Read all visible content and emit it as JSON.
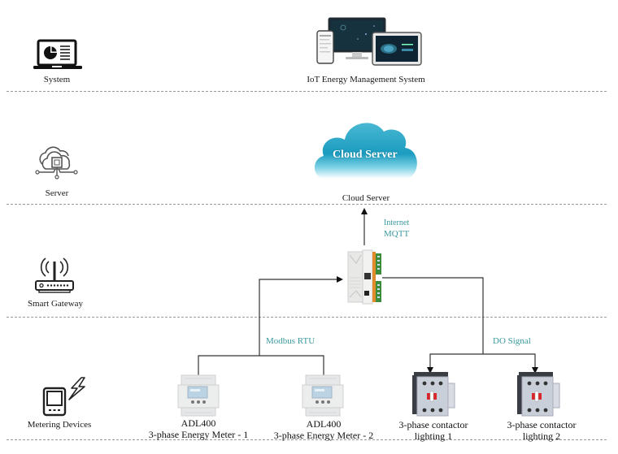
{
  "layers": [
    {
      "name": "system",
      "label": "System",
      "icon": "laptop-chart-icon"
    },
    {
      "name": "server",
      "label": "Server",
      "icon": "cloud-network-icon"
    },
    {
      "name": "gateway",
      "label": "Smart Gateway",
      "icon": "router-icon"
    },
    {
      "name": "metering",
      "label": "Metering Devices",
      "icon": "meter-lightning-icon"
    }
  ],
  "system": {
    "caption": "IoT Energy Management System",
    "image": "multi-device-dashboard-image"
  },
  "server": {
    "cloud_text": "Cloud Server",
    "caption": "Cloud Server"
  },
  "links": {
    "uplink_line1": "Internet",
    "uplink_line2": "MQTT",
    "modbus": "Modbus RTU",
    "do_signal": "DO Signal"
  },
  "devices": [
    {
      "line1": "ADL400",
      "line2": "3-phase Energy Meter - 1",
      "type": "energy-meter"
    },
    {
      "line1": "ADL400",
      "line2": "3-phase Energy Meter - 2",
      "type": "energy-meter"
    },
    {
      "line1": "3-phase contactor",
      "line2": "lighting 1",
      "type": "contactor"
    },
    {
      "line1": "3-phase contactor",
      "line2": "lighting 2",
      "type": "contactor"
    }
  ],
  "colors": {
    "accent_teal": "#3a9a9f",
    "cloud_blue": "#2aa6c6",
    "divider_gray": "#9a9a9a"
  }
}
